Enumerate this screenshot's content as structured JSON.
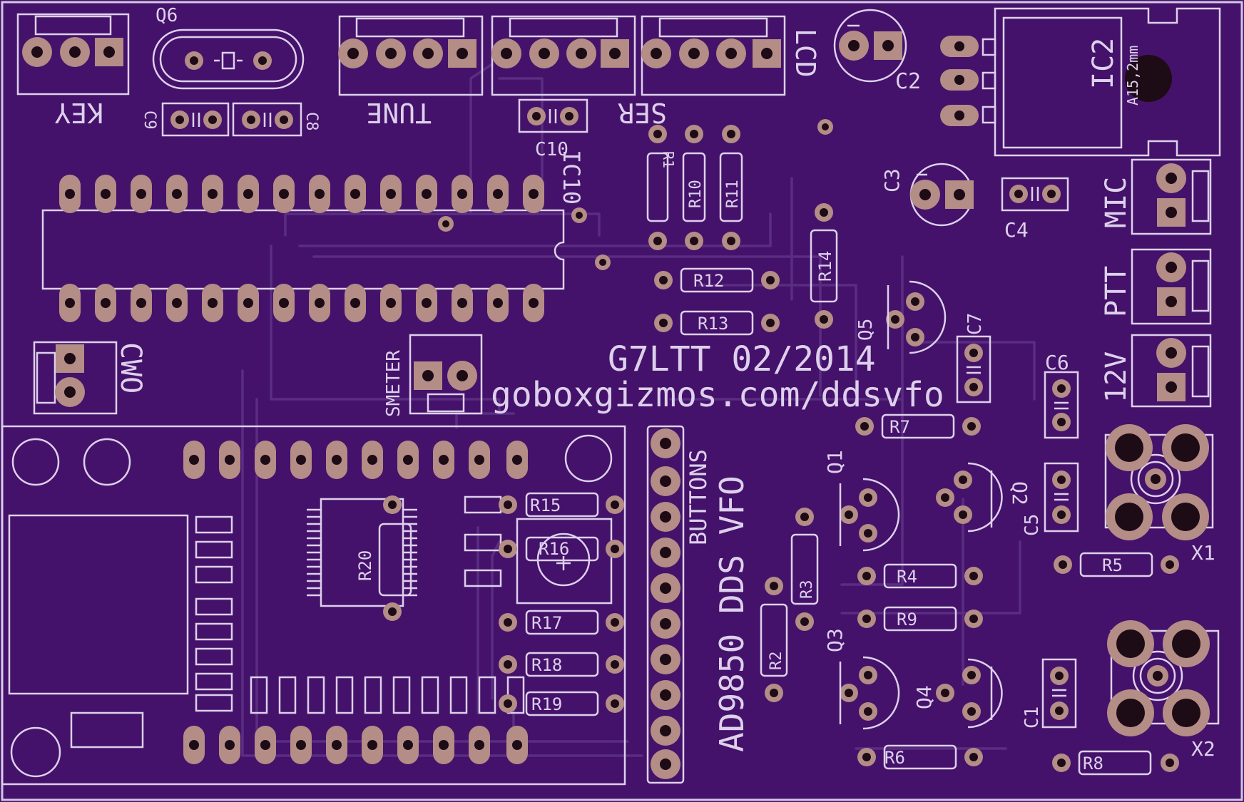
{
  "board": {
    "colors": {
      "substrate": "#44126a",
      "outline": "#d3c6e4",
      "trace": "#5a2d82",
      "pad": "#b38d86",
      "hole": "#1d0b16",
      "silk": "#ddd0ec"
    },
    "silkscreen": {
      "author": "G7LTT 02/2014",
      "url": "goboxgizmos.com/ddsvfo",
      "module_title": "AD9850 DDS VFO"
    },
    "components": {
      "key": "KEY",
      "q6": "Q6",
      "tune": "TUNE",
      "ser": "SER",
      "lcd": "LCD",
      "c2": "C2",
      "ic2": "IC2",
      "ic2_note": "A15,2mm",
      "c9": "C9",
      "c8": "C8",
      "c10": "C10",
      "ic10": "IC10",
      "r1": "R1",
      "r10": "R10",
      "r11": "R11",
      "c3": "C3",
      "c4": "C4",
      "mic": "MIC",
      "ptt": "PTT",
      "v12": "12V",
      "r14": "R14",
      "r12": "R12",
      "r13": "R13",
      "q5": "Q5",
      "c7": "C7",
      "c6": "C6",
      "cwo": "CWO",
      "smeter": "SMETER",
      "r7": "R7",
      "q1": "Q1",
      "q2": "Q2",
      "c5": "C5",
      "x1": "X1",
      "buttons": "BUTTONS",
      "r15": "R15",
      "r16": "R16",
      "r17": "R17",
      "r18": "R18",
      "r19": "R19",
      "r20": "R20",
      "r3": "R3",
      "r2": "R2",
      "r4": "R4",
      "r9": "R9",
      "r5": "R5",
      "q3": "Q3",
      "q4": "Q4",
      "c1": "C1",
      "r6": "R6",
      "r8": "R8",
      "x2": "X2"
    }
  }
}
